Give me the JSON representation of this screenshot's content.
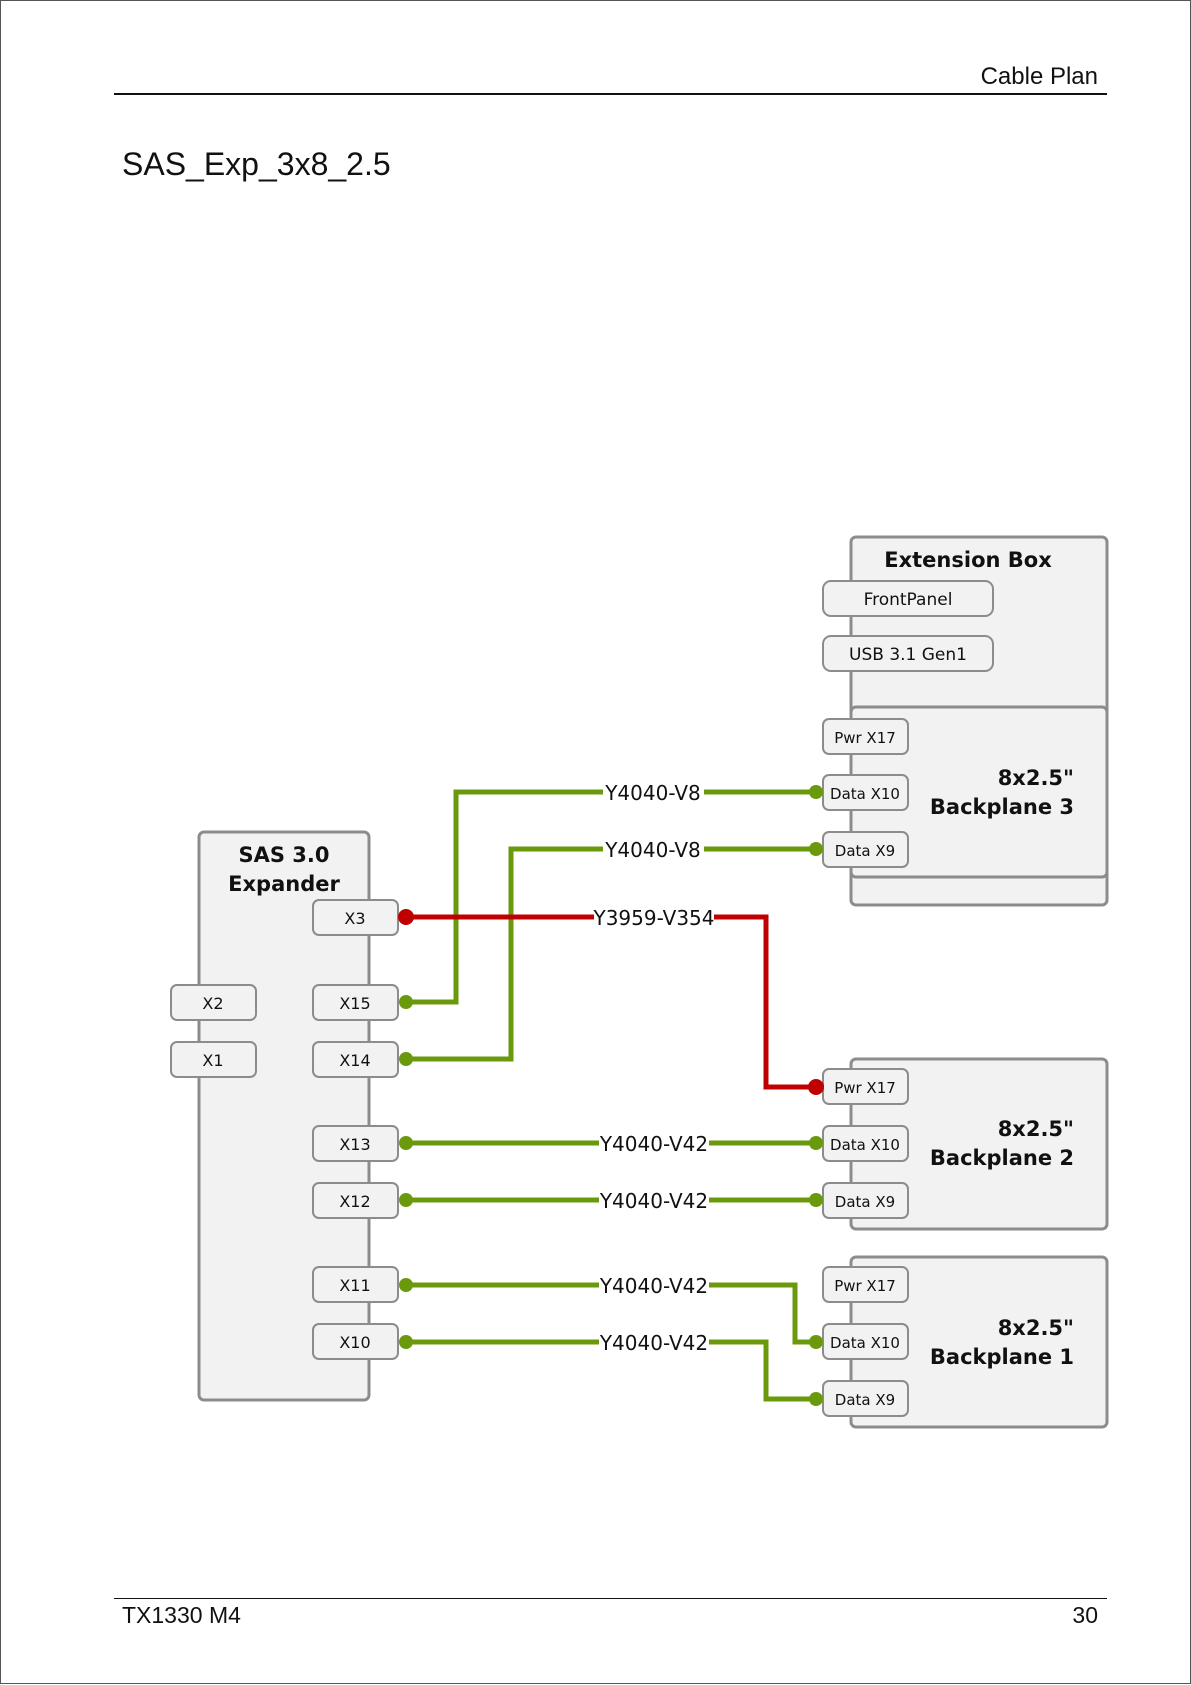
{
  "header": {
    "section": "Cable Plan"
  },
  "title": "SAS_Exp_3x8_2.5",
  "footer": {
    "model": "TX1330 M4",
    "page": "30"
  },
  "diagram": {
    "expander": {
      "line1": "SAS 3.0",
      "line2": "Expander",
      "ports": {
        "x1": "X1",
        "x2": "X2",
        "x3": "X3",
        "x10": "X10",
        "x11": "X11",
        "x12": "X12",
        "x13": "X13",
        "x14": "X14",
        "x15": "X15"
      }
    },
    "extension_box": {
      "title": "Extension Box",
      "front_panel": "FrontPanel",
      "usb": "USB 3.1 Gen1"
    },
    "backplanes": [
      {
        "line1": "8x2.5\"",
        "line2": "Backplane 3",
        "pwr": "Pwr X17",
        "data_a": "Data X10",
        "data_b": "Data X9"
      },
      {
        "line1": "8x2.5\"",
        "line2": "Backplane 2",
        "pwr": "Pwr X17",
        "data_a": "Data X10",
        "data_b": "Data X9"
      },
      {
        "line1": "8x2.5\"",
        "line2": "Backplane 1",
        "pwr": "Pwr X17",
        "data_a": "Data X10",
        "data_b": "Data X9"
      }
    ],
    "cables": {
      "c1": "Y4040-V8",
      "c2": "Y4040-V8",
      "c3": "Y3959-V354",
      "c4": "Y4040-V42",
      "c5": "Y4040-V42",
      "c6": "Y4040-V42",
      "c7": "Y4040-V42"
    },
    "colors": {
      "data_cable": "#6a9a0c",
      "power_cable": "#c00000",
      "box_fill": "#f2f2f2",
      "box_border": "#8c8c8c"
    }
  }
}
